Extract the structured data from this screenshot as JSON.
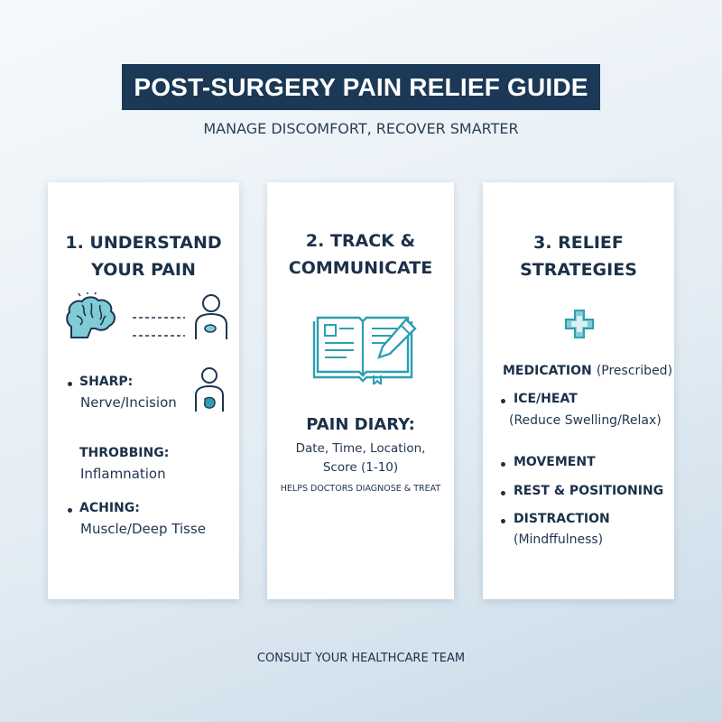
{
  "header": {
    "title": "POST-SURGERY PAIN RELIEF GUIDE",
    "subtitle": "MANAGE DISCOMFORT, RECOVER SMARTER"
  },
  "cards": [
    {
      "title_line1": "1. UNDERSTAND",
      "title_line2": "YOUR PAIN",
      "icons": [
        "brain-icon",
        "person-icon",
        "person-pain-icon"
      ],
      "items": [
        {
          "label": "SHARP:",
          "desc": "Nerve/Incision"
        },
        {
          "label": "THROBBING:",
          "desc": "Inflamnation"
        },
        {
          "label": "ACHING:",
          "desc": "Muscle/Deep Tisse"
        }
      ]
    },
    {
      "title_line1": "2. TRACK &",
      "title_line2": "COMMUNICATE",
      "icons": [
        "journal-icon",
        "pen-icon"
      ],
      "diary_title": "PAIN DIARY:",
      "diary_line1": "Date, Time, Location,",
      "diary_line2": "Score (1-10)",
      "diary_note": "HELPS DOCTORS DIAGNOSE & TREAT"
    },
    {
      "title_line1": "3. RELIEF",
      "title_line2": "STRATEGIES",
      "icons": [
        "medical-cross-icon"
      ],
      "medication_label": "MEDICATION",
      "medication_note": "(Prescribed)",
      "items": [
        {
          "label": "ICE/HEAT",
          "desc": "(Reduce Swelling/Relax)"
        },
        {
          "label": "MOVEMENT",
          "desc": ""
        },
        {
          "label": "REST & POSITIONING",
          "desc": ""
        },
        {
          "label": "DISTRACTION",
          "desc": "(Mindffulness)"
        }
      ]
    }
  ],
  "footer": {
    "text": "CONSULT YOUR HEALTHCARE TEAM"
  },
  "colors": {
    "navy": "#1b3856",
    "teal": "#2c9fb0",
    "teal_light": "#7fcbd6"
  }
}
